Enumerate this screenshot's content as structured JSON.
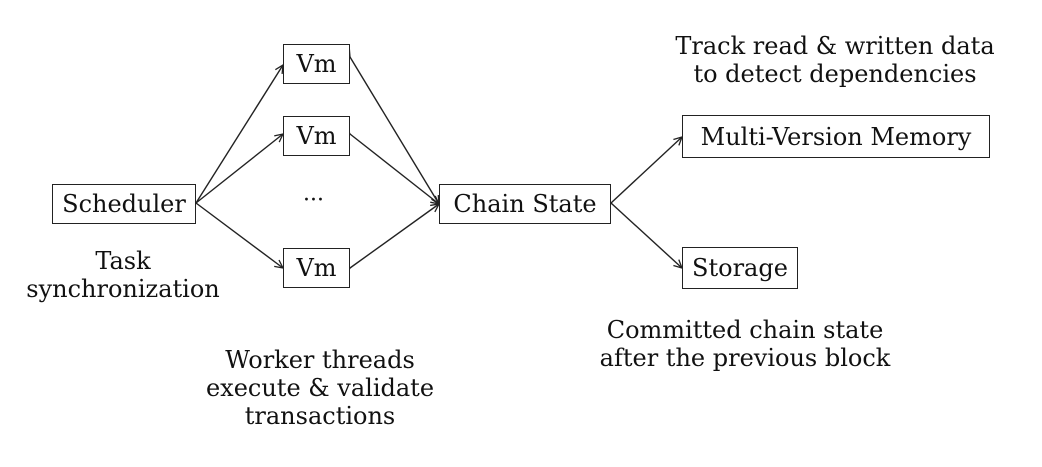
{
  "nodes": {
    "scheduler": "Scheduler",
    "vm1": "Vm",
    "vm2": "Vm",
    "vm_dots": "···",
    "vm3": "Vm",
    "chain_state": "Chain State",
    "mv_memory": "Multi-Version Memory",
    "storage": "Storage"
  },
  "captions": {
    "scheduler_line1": "Task",
    "scheduler_line2": "synchronization",
    "workers_line1": "Worker threads",
    "workers_line2": "execute & validate",
    "workers_line3": "transactions",
    "mvmem_line1": "Track read & written data",
    "mvmem_line2": "to detect dependencies",
    "storage_line1": "Committed chain state",
    "storage_line2": "after the previous block"
  }
}
